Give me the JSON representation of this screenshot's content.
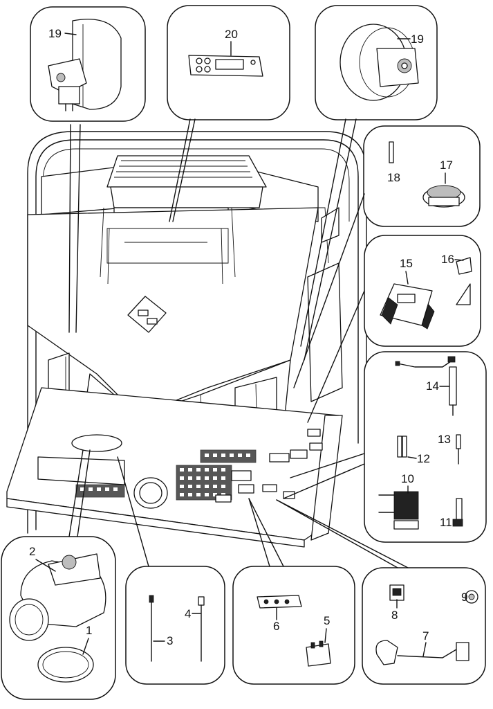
{
  "diagram": {
    "callouts": [
      {
        "id": "p19a",
        "text": "19"
      },
      {
        "id": "p20",
        "text": "20"
      },
      {
        "id": "p19b",
        "text": "19"
      },
      {
        "id": "p18",
        "text": "18"
      },
      {
        "id": "p17",
        "text": "17"
      },
      {
        "id": "p15",
        "text": "15"
      },
      {
        "id": "p16",
        "text": "16"
      },
      {
        "id": "p14",
        "text": "14"
      },
      {
        "id": "p13",
        "text": "13"
      },
      {
        "id": "p12",
        "text": "12"
      },
      {
        "id": "p10",
        "text": "10"
      },
      {
        "id": "p11",
        "text": "11"
      },
      {
        "id": "p2",
        "text": "2"
      },
      {
        "id": "p1",
        "text": "1"
      },
      {
        "id": "p4",
        "text": "4"
      },
      {
        "id": "p3",
        "text": "3"
      },
      {
        "id": "p6",
        "text": "6"
      },
      {
        "id": "p5",
        "text": "5"
      },
      {
        "id": "p8",
        "text": "8"
      },
      {
        "id": "p9",
        "text": "9"
      },
      {
        "id": "p7",
        "text": "7"
      }
    ]
  }
}
